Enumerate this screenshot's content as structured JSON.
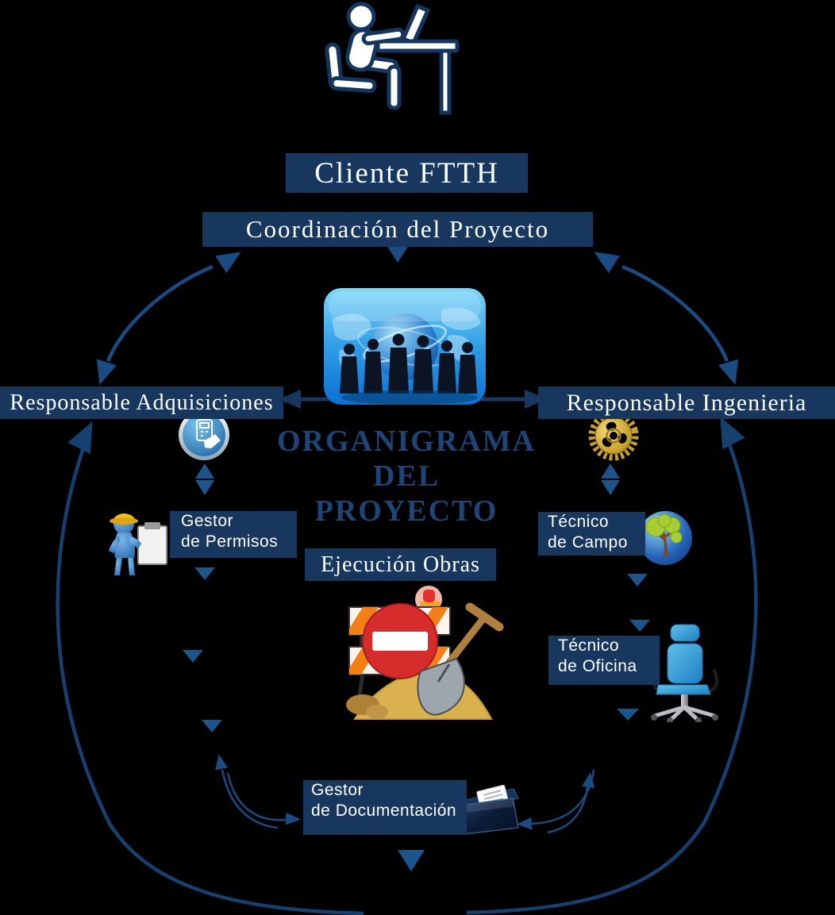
{
  "title": {
    "line1": "ORGANIGRAMA",
    "line2": "DEL",
    "line3": "PROYECTO"
  },
  "nodes": {
    "cliente": {
      "label": "Cliente FTTH"
    },
    "coordinacion": {
      "label": "Coordinación del Proyecto"
    },
    "resp_adq": {
      "label": "Responsable Adquisiciones"
    },
    "resp_ing": {
      "label": "Responsable Ingenieria"
    },
    "gestor_permisos": {
      "line1": "Gestor",
      "line2": "de Permisos"
    },
    "tecnico_campo": {
      "line1": "Técnico",
      "line2": "de Campo"
    },
    "ejecucion": {
      "label": "Ejecución Obras"
    },
    "tecnico_oficina": {
      "line1": "Técnico",
      "line2": "de Oficina"
    },
    "gestor_doc": {
      "line1": "Gestor",
      "line2": "de Documentación"
    }
  },
  "icons": [
    "person-at-desk-icon",
    "team-globe-image",
    "procurement-device-icon",
    "gear-icon",
    "construction-worker-icon",
    "globe-tree-icon",
    "roadworks-icon",
    "office-chair-icon",
    "documents-folder-icon"
  ],
  "colors": {
    "background": "#000000",
    "box_fill": "#17375e",
    "box_text": "#ffffff",
    "title_text": "#1d4577",
    "arrow": "#1a4b82",
    "outer_arc": "#16406f",
    "triangle": "#1c548c",
    "gear_gold": "#c9a22c",
    "sign_red": "#d62c2c",
    "stripe_orange": "#f57f17",
    "hardhat_yellow": "#f2c01d"
  }
}
